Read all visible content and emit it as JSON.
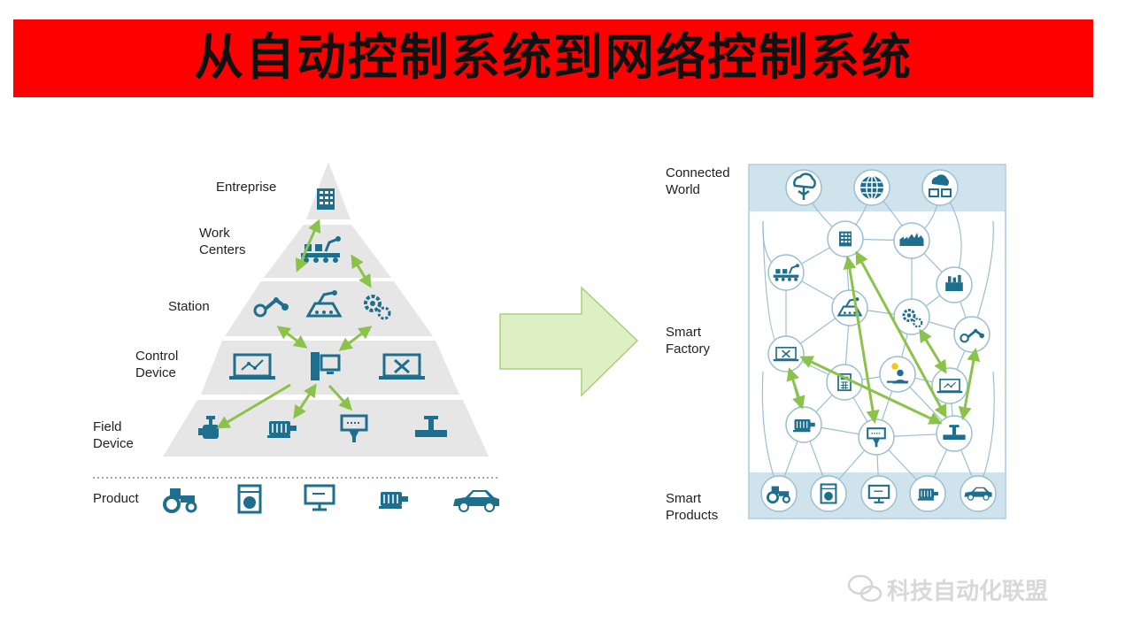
{
  "slide": {
    "title": "从自动控制系统到网络控制系统",
    "watermark": "科技自动化联盟"
  },
  "colors": {
    "banner": "#ff0000",
    "icon": "#1e6f8e",
    "layer_band": "#e6e6e6",
    "link": "#8bc34a",
    "arrow_fill": "#ddf0c4",
    "arrow_stroke": "#a8d078",
    "network_line": "#9bbfcf"
  },
  "pyramid": {
    "levels": [
      {
        "label_lines": [
          "Entreprise"
        ],
        "icons": [
          "building-icon"
        ]
      },
      {
        "label_lines": [
          "Work",
          "Centers"
        ],
        "icons": [
          "conveyor-robot-icon"
        ]
      },
      {
        "label_lines": [
          "Station"
        ],
        "icons": [
          "robot-arm-icon",
          "assembly-line-icon",
          "gears-icon"
        ]
      },
      {
        "label_lines": [
          "Control",
          "Device"
        ],
        "icons": [
          "laptop-chart-icon",
          "computer-tower-icon",
          "laptop-tools-icon"
        ]
      },
      {
        "label_lines": [
          "Field",
          "Device"
        ],
        "icons": [
          "valve-icon",
          "motor-icon",
          "sensor-icon",
          "pipe-valve-icon"
        ]
      }
    ],
    "product": {
      "label": "Product",
      "icons": [
        "tractor-icon",
        "washing-machine-icon",
        "monitor-icon",
        "motor-icon",
        "car-icon"
      ]
    }
  },
  "network": {
    "sections": [
      {
        "label_lines": [
          "Connected",
          "World"
        ],
        "icons": [
          "cloud-tree-icon",
          "globe-icon",
          "cloud-computer-icon"
        ]
      },
      {
        "label_lines": [
          "Smart",
          "Factory"
        ],
        "icons": [
          "building-icon",
          "factory-skyline-icon",
          "conveyor-robot-icon",
          "industrial-plant-icon",
          "assembly-line-icon",
          "gears-icon",
          "robot-arm-icon",
          "laptop-tools-icon",
          "calculator-icon",
          "worker-idea-icon",
          "laptop-chart-icon",
          "motor-icon",
          "sensor-icon",
          "valve-icon"
        ]
      },
      {
        "label_lines": [
          "Smart",
          "Products"
        ],
        "icons": [
          "tractor-icon",
          "washing-machine-icon",
          "monitor-icon",
          "motor-icon",
          "car-icon"
        ]
      }
    ]
  }
}
